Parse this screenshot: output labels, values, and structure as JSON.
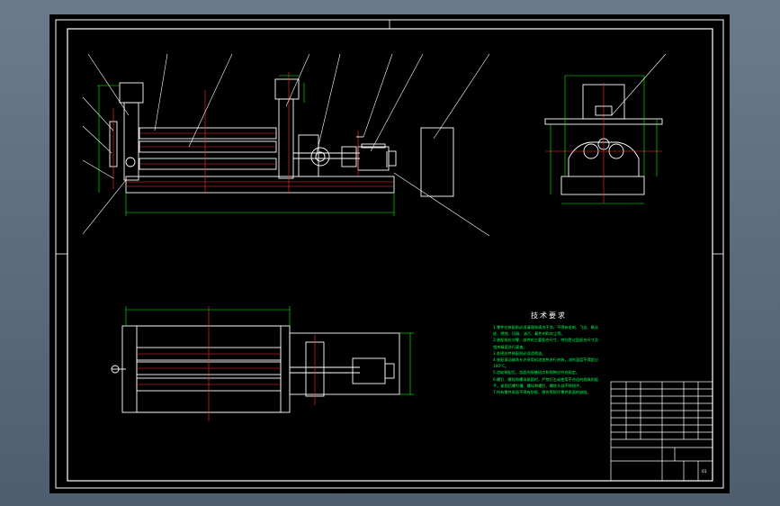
{
  "drawing": {
    "technical_requirements_title": "技术要求",
    "technical_notes": [
      "1.零件在装配前必须清理和清洗干净，不得有毛刺、飞边、氧化皮、锈蚀、切屑、油污、着色剂和灰尘等。",
      "2.装配前应对零、部件的主要配合尺寸，特别是过盈配合尺寸及相关精度进行复查。",
      "3.各密封件装配前必须浸透油。",
      "4.装配滚动轴承允许采用机油加热进行热装，油的温度不得超过100°C。",
      "5.齿轮装配后，齿面的接触斑点和侧隙应符合规定。",
      "6.螺钉、螺栓和螺母紧固时，严禁打击或使用不合适的旋具和扳手。紧固后螺钉槽、螺母和螺钉、螺栓头部不得损坏。",
      "7.所有零件表面不得有划痕、擦伤等损坏零件表面的缺陷。"
    ],
    "title_block": {
      "sheet_label": "01"
    }
  },
  "colors": {
    "outline": "#ffffff",
    "dimension": "#00ff00",
    "center_line": "#ff3030",
    "leader": "#ffffff",
    "sheet": "#000000"
  }
}
